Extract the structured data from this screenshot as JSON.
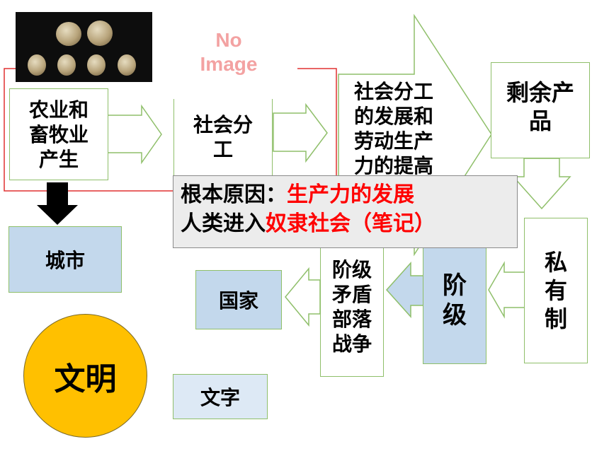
{
  "placeholder": {
    "line1": "No",
    "line2": "Image"
  },
  "nodes": {
    "agriculture": "农业和\n畜牧业\n产生",
    "division": "社会分\n工",
    "productivity": "社会分工\n的发展和\n劳动生产\n力的提高",
    "surplus": "剩余产\n品",
    "city": "城市",
    "private": "私\n有\n制",
    "class": "阶\n级",
    "conflict": "阶级\n矛盾\n部落\n战争",
    "state": "国家",
    "civilization": "文明",
    "writing": "文字"
  },
  "callout": {
    "line1_label": "根本原因：",
    "line1_value": "生产力的发展",
    "line2_label": "人类进入",
    "line2_value": "奴隶社会（笔记）"
  },
  "colors": {
    "accent_red": "#ff0000",
    "blue_fill": "#c3d8ec",
    "arrow_stroke": "#8fbf6a",
    "circle_fill": "#ffc000"
  }
}
